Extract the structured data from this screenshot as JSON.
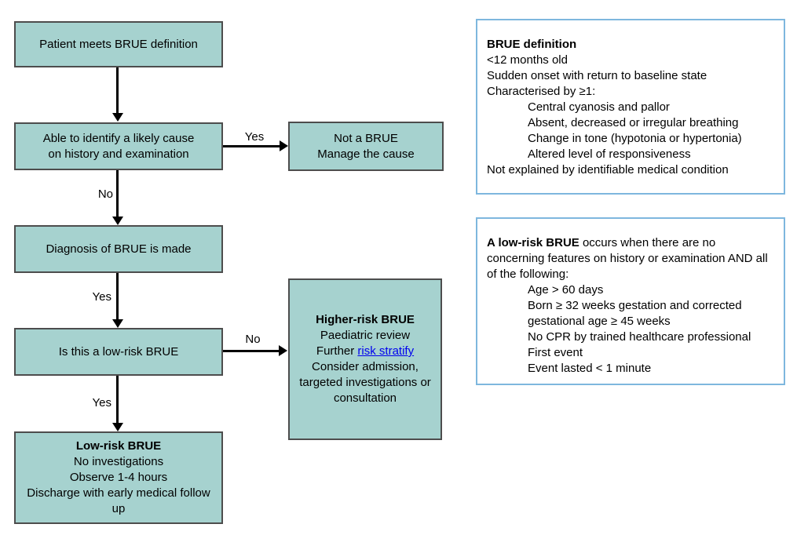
{
  "colors": {
    "node_fill": "#a6d2cf",
    "node_border": "#4d4d4d",
    "panel_border": "#7eb7de",
    "arrow": "#000000",
    "link": "#0000ee",
    "text": "#000000"
  },
  "flowchart": {
    "nodes": {
      "patient": {
        "text": "Patient meets BRUE definition"
      },
      "identify": {
        "line1": "Able to identify a likely cause",
        "line2": "on history and examination"
      },
      "not_brue": {
        "line1": "Not a BRUE",
        "line2": "Manage the cause"
      },
      "diagnosis": {
        "text": "Diagnosis of BRUE is made"
      },
      "low_risk_question": {
        "text": "Is this a low-risk BRUE"
      },
      "higher_risk": {
        "title": "Higher-risk BRUE",
        "line1": "Paediatric review",
        "line2_prefix": "Further ",
        "line2_link": "risk stratify",
        "line3": "Consider admission, targeted investigations or consultation"
      },
      "low_risk": {
        "title": "Low-risk BRUE",
        "line1": "No investigations",
        "line2": "Observe 1-4 hours",
        "line3": "Discharge with early medical follow up"
      }
    },
    "edge_labels": {
      "yes1": "Yes",
      "no1": "No",
      "yes2": "Yes",
      "no2": "No",
      "yes3": "Yes"
    }
  },
  "panels": {
    "brue_definition": {
      "title": "BRUE definition",
      "line1": "<12 months old",
      "line2": "Sudden onset with return to baseline state",
      "line3": "Characterised by ≥1:",
      "criteria": [
        "Central cyanosis and pallor",
        "Absent, decreased or irregular breathing",
        "Change in tone (hypotonia or hypertonia)",
        "Altered level of responsiveness"
      ],
      "footer": "Not explained by identifiable medical condition"
    },
    "low_risk_definition": {
      "intro_bold": "A low-risk BRUE",
      "intro_rest": " occurs when there are no concerning features on history or examination AND all of the following:",
      "criteria": [
        "Age > 60 days",
        "Born ≥ 32 weeks gestation and corrected gestational age ≥ 45 weeks",
        "No CPR by trained healthcare professional",
        "First event",
        "Event lasted < 1 minute"
      ]
    }
  }
}
